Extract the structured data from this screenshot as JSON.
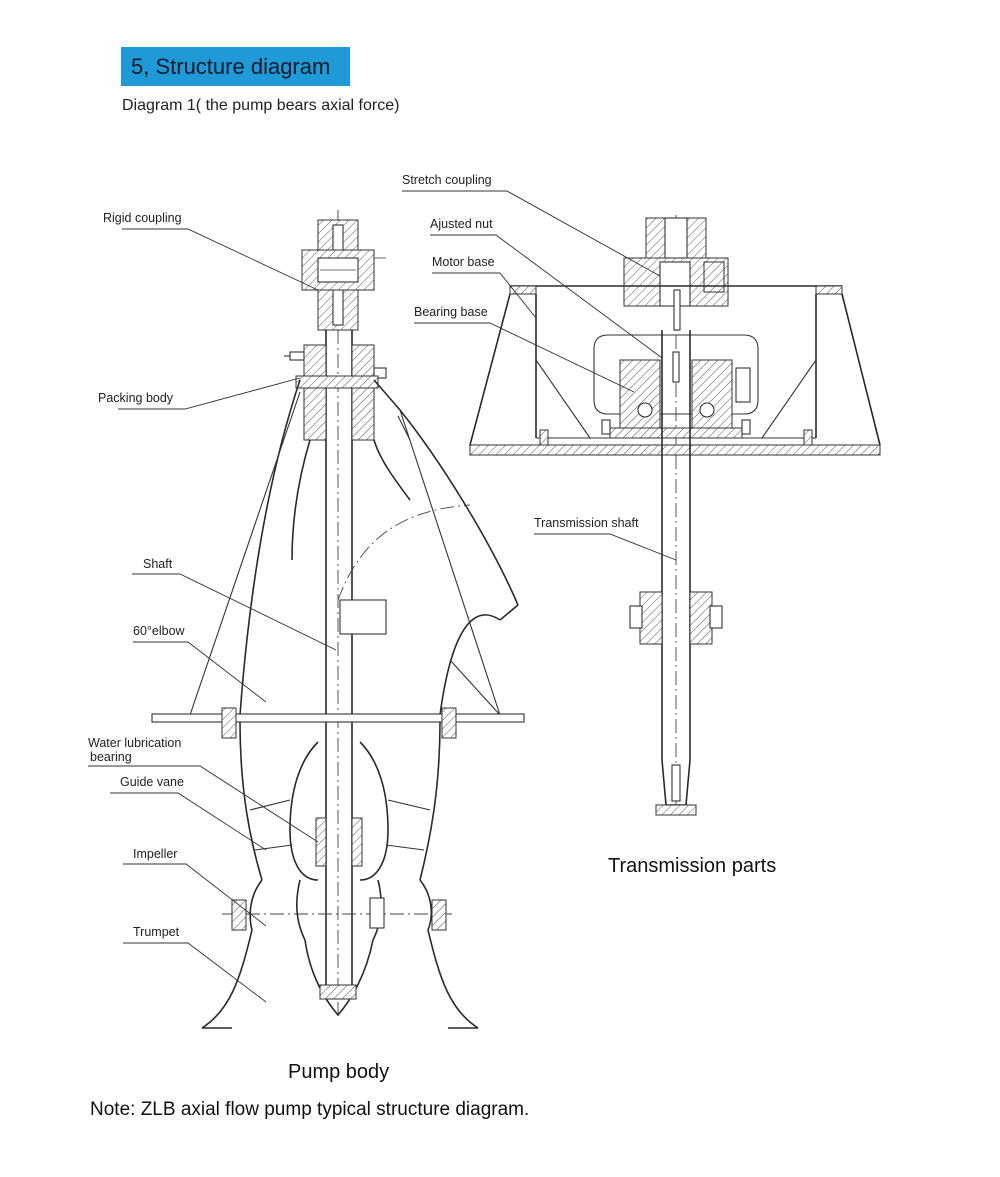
{
  "header": {
    "section_title": "5, Structure diagram",
    "subtitle": "Diagram 1( the pump bears axial force)"
  },
  "pump_body": {
    "caption": "Pump body",
    "labels": {
      "rigid_coupling": "Rigid coupling",
      "packing_body": "Packing body",
      "shaft": "Shaft",
      "elbow": "60°elbow",
      "water_lubrication_1": "Water lubrication",
      "water_lubrication_2": "bearing",
      "guide_vane": "Guide vane",
      "impeller": "Impeller",
      "trumpet": "Trumpet"
    }
  },
  "transmission": {
    "caption": "Transmission parts",
    "labels": {
      "stretch_coupling": "Stretch coupling",
      "ajusted_nut": "Ajusted nut",
      "motor_base": "Motor base",
      "bearing_base": "Bearing base",
      "transmission_shaft": "Transmission shaft"
    }
  },
  "footer": {
    "note": "Note: ZLB axial flow pump typical structure diagram."
  },
  "colors": {
    "title_bar": "#1f9ad6",
    "line": "#333333"
  }
}
